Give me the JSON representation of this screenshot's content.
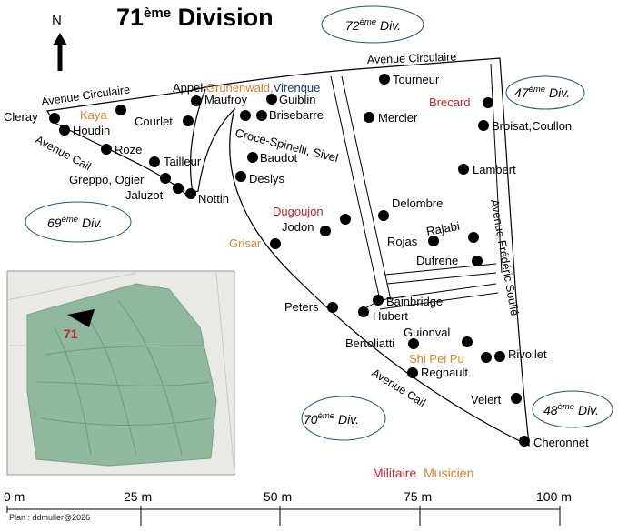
{
  "title": {
    "main": "71",
    "sup": "ème",
    "rest": " Division"
  },
  "compass": {
    "letter": "N"
  },
  "streets": {
    "avenue_circulaire_left": "Avenue Circulaire",
    "avenue_circulaire_top": "Avenue Circulaire",
    "avenue_cail_left": "Avenue Cail",
    "avenue_cail_bottom": "Avenue Cail",
    "avenue_frederic_soulie": "Avenue Frédéric Soulié"
  },
  "neighbors": [
    {
      "num": "72",
      "sup": "ème",
      "word": " Div."
    },
    {
      "num": "47",
      "sup": "ème",
      "word": " Div."
    },
    {
      "num": "69",
      "sup": "ème",
      "word": " Div."
    },
    {
      "num": "70",
      "sup": "ème",
      "word": " Div."
    },
    {
      "num": "48",
      "sup": "ème",
      "word": " Div."
    }
  ],
  "graves": [
    {
      "name": "Cleray",
      "type": "default"
    },
    {
      "name": "Houdin",
      "type": "default"
    },
    {
      "name": "Kaya",
      "type": "musician"
    },
    {
      "name": "Roze",
      "type": "default"
    },
    {
      "name": "Tailleur",
      "type": "default"
    },
    {
      "name": "Greppo, Ogier",
      "type": "default"
    },
    {
      "name": "Jaluzot",
      "type": "default"
    },
    {
      "name": "Nottin",
      "type": "default"
    },
    {
      "name": "Courlet",
      "type": "default"
    },
    {
      "name": "Maufroy",
      "type": "default"
    },
    {
      "name": "Guiblin",
      "type": "default"
    },
    {
      "name": "Brisebarre",
      "type": "default"
    },
    {
      "name": "Croce-Spinelli, Sivel",
      "type": "default"
    },
    {
      "name": "Baudot",
      "type": "default"
    },
    {
      "name": "Deslys",
      "type": "default"
    },
    {
      "name": "Dugoujon",
      "type": "military"
    },
    {
      "name": "Jodon",
      "type": "default"
    },
    {
      "name": "Grisar",
      "type": "musician"
    },
    {
      "name": "Tourneur",
      "type": "default"
    },
    {
      "name": "Mercier",
      "type": "default"
    },
    {
      "name": "Brecard",
      "type": "military"
    },
    {
      "name": "Broisat,Coullon",
      "type": "default"
    },
    {
      "name": "Lambert",
      "type": "default"
    },
    {
      "name": "Delombre",
      "type": "default"
    },
    {
      "name": "Rajabi",
      "type": "default"
    },
    {
      "name": "Rojas",
      "type": "default"
    },
    {
      "name": "Dufrene",
      "type": "default"
    },
    {
      "name": "Peters",
      "type": "default"
    },
    {
      "name": "Bainbridge",
      "type": "default"
    },
    {
      "name": "Hubert",
      "type": "default"
    },
    {
      "name": "Guionval",
      "type": "default"
    },
    {
      "name": "Bertoliatti",
      "type": "default"
    },
    {
      "name": "Shi Pei Pu",
      "type": "musician"
    },
    {
      "name": "Rivollet",
      "type": "default"
    },
    {
      "name": "Regnault",
      "type": "default"
    },
    {
      "name": "Velert",
      "type": "default"
    },
    {
      "name": "Cheronnet",
      "type": "default"
    }
  ],
  "top_label": {
    "appel": "Appel,",
    "grunenwald": "Grunenwald,",
    "virenque": "Virenque"
  },
  "inset": {
    "marker_label": "71"
  },
  "legend": {
    "military": "Militaire",
    "musician": "Musicien"
  },
  "scale": {
    "ticks": [
      "0 m",
      "25 m",
      "50 m",
      "75 m",
      "100 m"
    ]
  },
  "credit": "Plan : ddmuller@2026",
  "colors": {
    "military": "#c0262d",
    "musician": "#d9822b",
    "virenque": "#1e3a6e",
    "inset_green": "#8fb89c"
  }
}
